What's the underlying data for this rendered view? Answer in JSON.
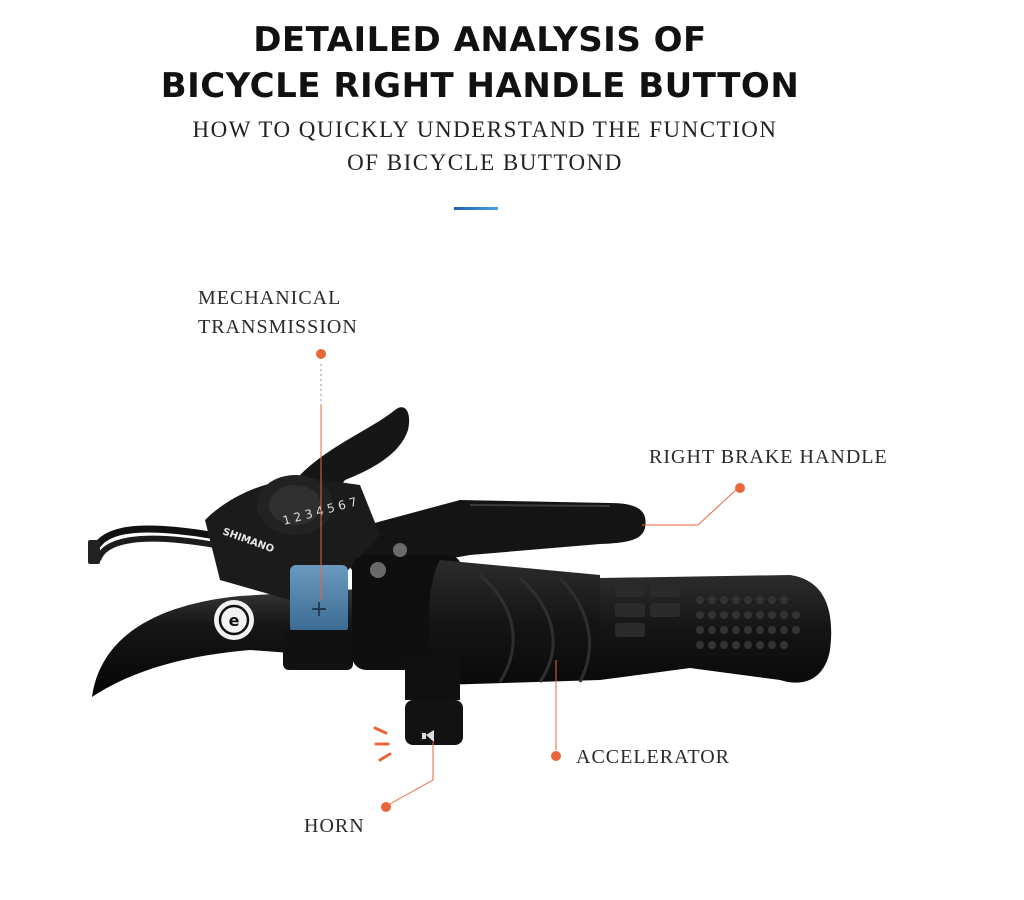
{
  "header": {
    "title_line1": "DETAILED ANALYSIS OF",
    "title_line2": "BICYCLE RIGHT HANDLE BUTTON",
    "subtitle_line1": "HOW TO QUICKLY UNDERSTAND THE FUNCTION",
    "subtitle_line2": "OF BICYCLE BUTTOND"
  },
  "callouts": {
    "mechanical_transmission_line1": "MECHANICAL",
    "mechanical_transmission_line2": "TRANSMISSION",
    "right_brake_handle": "RIGHT BRAKE HANDLE",
    "accelerator": "ACCELERATOR",
    "horn": "HORN"
  },
  "photo": {
    "shifter_brand": "SHIMANO",
    "gear_numbers": "1 2 3 4 5 6 7",
    "shift_button_symbol": "+",
    "grip_logo": "e"
  },
  "colors": {
    "accent_dot": "#e8663a",
    "accent_bar": "#2b6cc4",
    "shift_button": "#4a7fa8",
    "handlebar": "#141414"
  }
}
